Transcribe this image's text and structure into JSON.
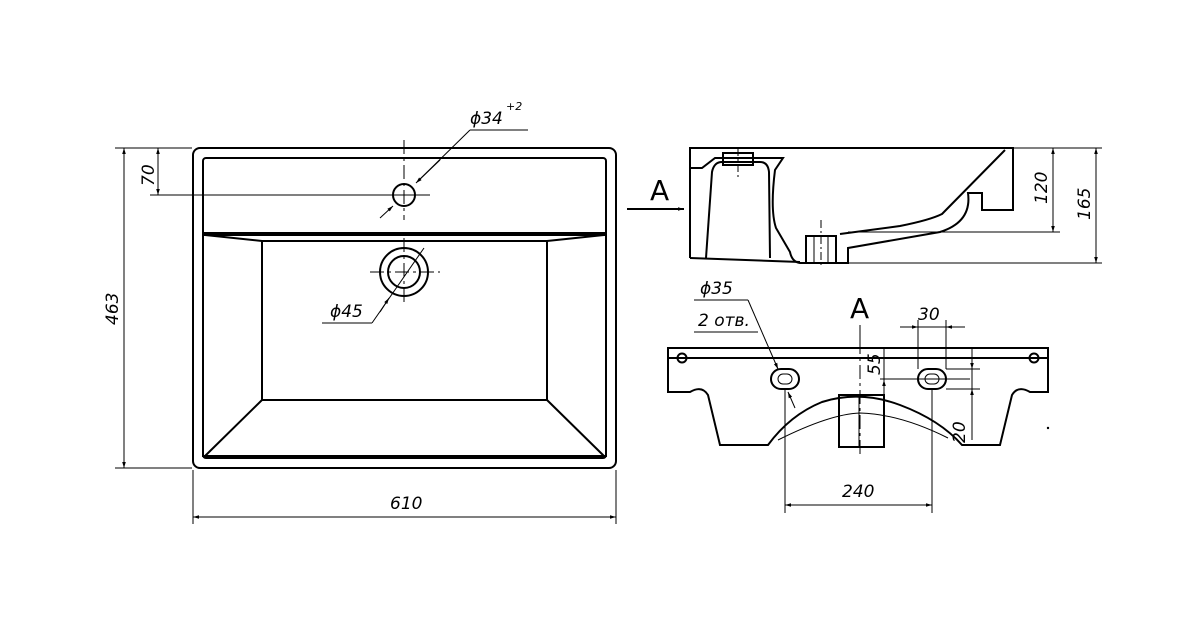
{
  "top_view": {
    "tap_hole_label": "ϕ34",
    "tap_hole_tolerance": "+2",
    "drain_label": "ϕ45",
    "dim_width": "610",
    "dim_depth": "463",
    "dim_hole_offset": "70"
  },
  "side_view": {
    "view_marker": "A",
    "dim_bowl_depth": "120",
    "dim_total_height": "165"
  },
  "front_view": {
    "view_marker": "A",
    "mount_hole_label": "ϕ35",
    "mount_hole_count": "2 отв.",
    "dim_slot_width": "30",
    "dim_slot_height": "55",
    "dim_slot_offset": "20",
    "dim_hole_spacing": "240"
  }
}
